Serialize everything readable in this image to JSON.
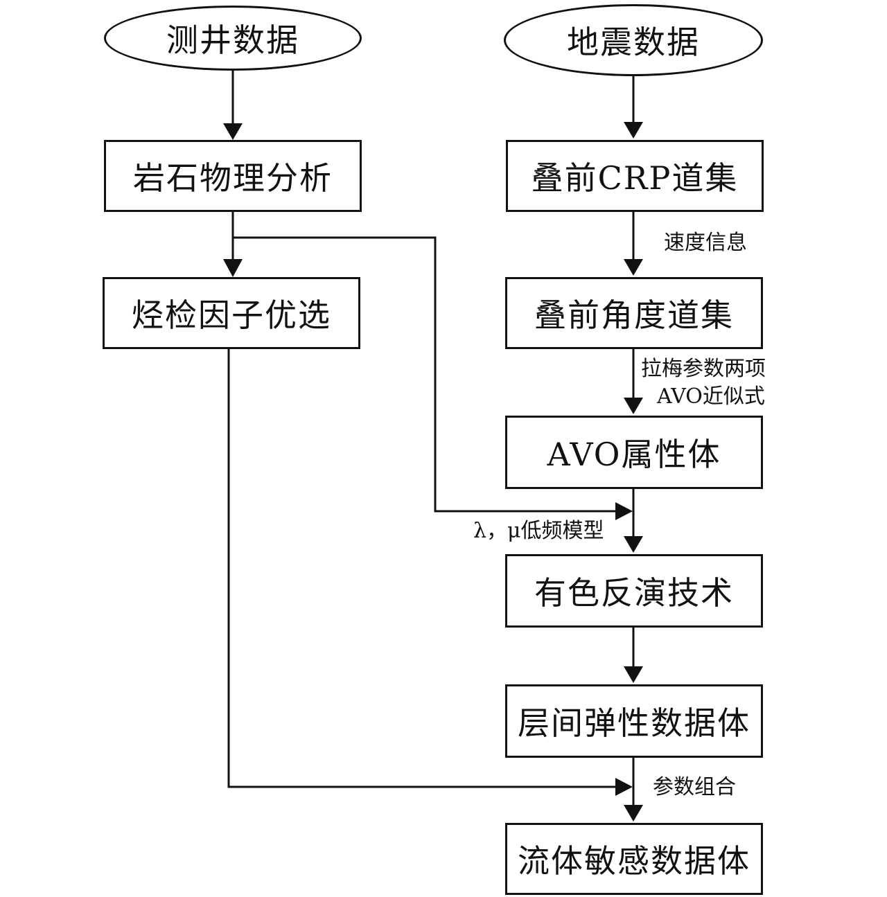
{
  "nodes": {
    "well_data": "测井数据",
    "seismic_data": "地震数据",
    "rock_physics": "岩石物理分析",
    "hc_factor": "烃检因子优选",
    "prestack_crp": "叠前CRP道集",
    "prestack_angle": "叠前角度道集",
    "avo_volume": "AVO属性体",
    "colored_inversion": "有色反演技术",
    "interlayer_elastic": "层间弹性数据体",
    "fluid_sensitive": "流体敏感数据体"
  },
  "edge_labels": {
    "velocity_info": "速度信息",
    "lame_line1": "拉梅参数两项",
    "lame_line2": "AVO近似式",
    "low_freq_model": "λ，μ低频模型",
    "param_combo": "参数组合"
  }
}
